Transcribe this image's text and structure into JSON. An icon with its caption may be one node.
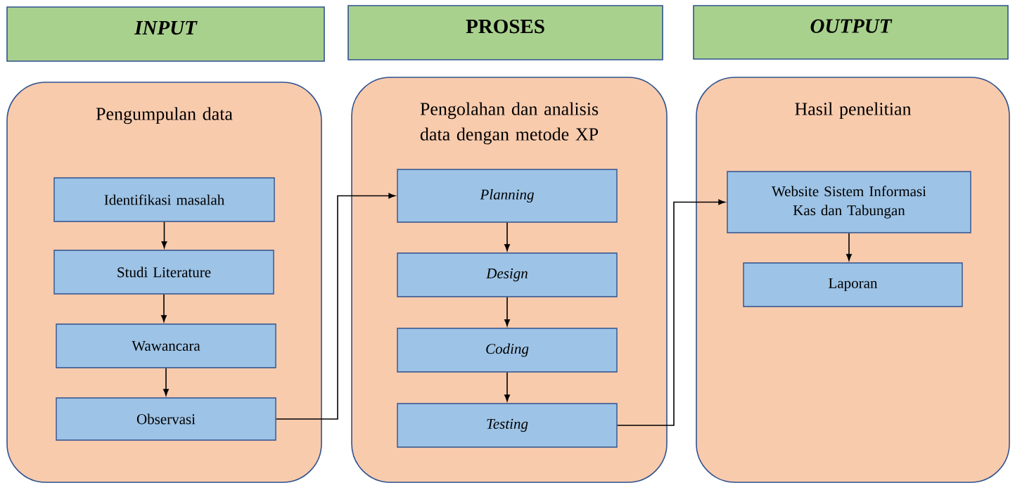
{
  "diagram": {
    "nodes": [
      {
        "text": [
          "INPUT"
        ]
      },
      {
        "text": [
          "PROSES"
        ]
      },
      {
        "text": [
          "OUTPUT"
        ]
      },
      {
        "text": [
          "Pengumpulan data"
        ]
      },
      {
        "text": [
          "Identifikasi masalah"
        ],
        "in": 3
      },
      {
        "text": [
          "Studi Literature"
        ],
        "in": 3
      },
      {
        "text": [
          "Wawancara"
        ],
        "in": 3
      },
      {
        "text": [
          "Observasi"
        ],
        "in": 3
      },
      {
        "text": [
          "Pengolahan dan analisis data dengan metode XP"
        ]
      },
      {
        "text": [
          "Planning"
        ],
        "in": 8
      },
      {
        "text": [
          "Design"
        ],
        "in": 8
      },
      {
        "text": [
          "Coding"
        ],
        "in": 8
      },
      {
        "text": [
          "Testing"
        ],
        "in": 8
      },
      {
        "text": [
          "Hasil penelitian"
        ]
      },
      {
        "text": [
          "Website Sistem Informasi Kas dan Tabungan"
        ],
        "in": 13
      },
      {
        "text": [
          "Laporan"
        ],
        "in": 13
      }
    ],
    "edges": [
      {
        "from": 4,
        "to": 5,
        "arrow": "to"
      },
      {
        "from": 5,
        "to": 6,
        "arrow": "to"
      },
      {
        "from": 6,
        "to": 7,
        "arrow": "to"
      },
      {
        "from": 7,
        "to": 9,
        "arrow": "to"
      },
      {
        "from": 9,
        "to": 10,
        "arrow": "to"
      },
      {
        "from": 10,
        "to": 11,
        "arrow": "to"
      },
      {
        "from": 11,
        "to": 12,
        "arrow": "to"
      },
      {
        "from": 12,
        "to": 14,
        "arrow": "to"
      },
      {
        "from": 14,
        "to": 15,
        "arrow": "to"
      }
    ]
  }
}
